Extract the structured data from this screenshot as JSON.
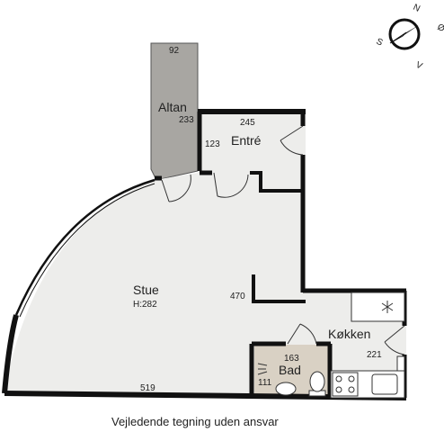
{
  "compass": {
    "north": "N",
    "east": "Ø",
    "south": "S",
    "west": "V"
  },
  "rooms": {
    "altan": {
      "name": "Altan",
      "dims": [
        "92",
        "233"
      ]
    },
    "entre": {
      "name": "Entré",
      "dims": [
        "245",
        "123"
      ]
    },
    "stue": {
      "name": "Stue",
      "sub": "H:282",
      "dims": [
        "470",
        "519"
      ]
    },
    "kokken": {
      "name": "Køkken",
      "dims": [
        "221"
      ]
    },
    "bad": {
      "name": "Bad",
      "dims": [
        "163",
        "111"
      ]
    }
  },
  "disclaimer": "Vejledende tegning uden ansvar",
  "colors": {
    "floor": "#ededeb",
    "balcony": "#a8a6a2",
    "wall": "#111111",
    "bath_floor": "#d9d1c4"
  }
}
